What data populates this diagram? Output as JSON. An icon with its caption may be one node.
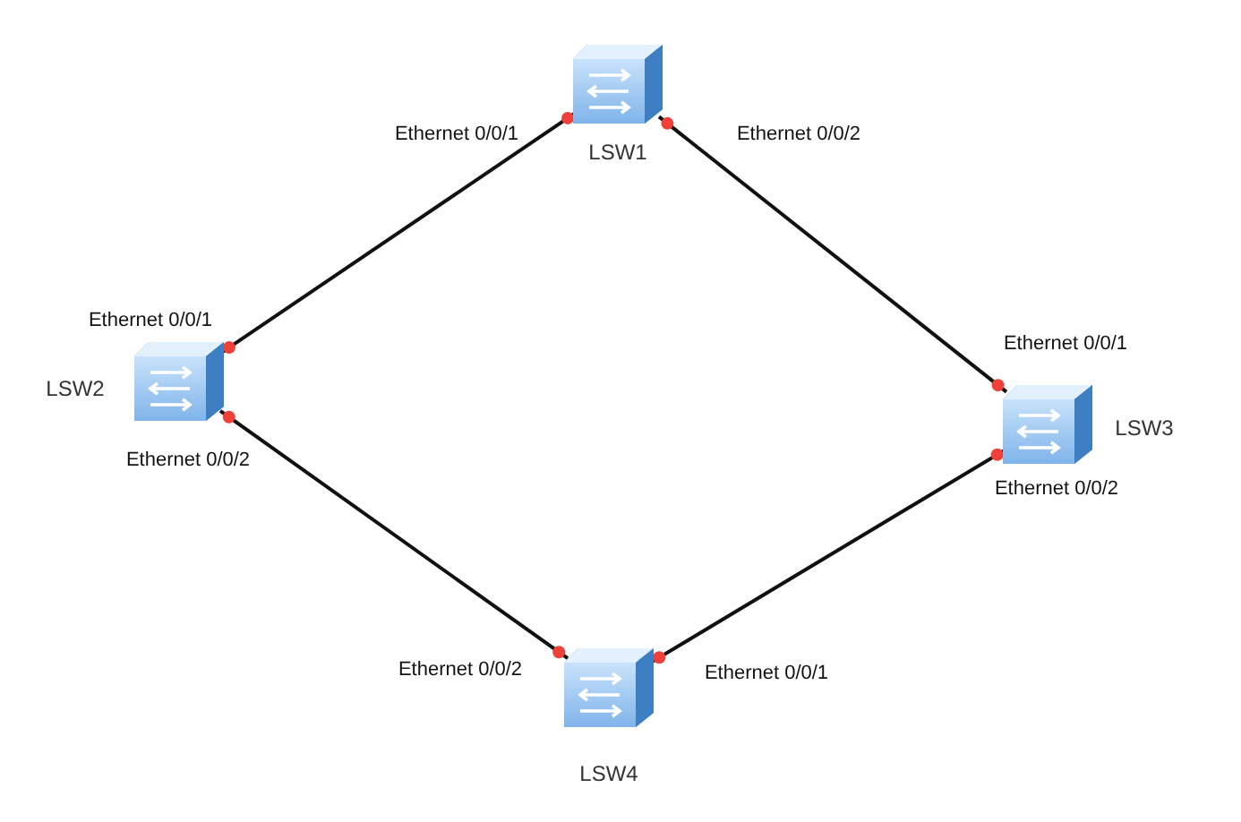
{
  "diagram": {
    "nodes": [
      {
        "text": [
          "LSW1"
        ]
      },
      {
        "text": [
          "LSW2"
        ]
      },
      {
        "text": [
          "LSW3"
        ]
      },
      {
        "text": [
          "LSW4"
        ]
      }
    ],
    "edges": [
      {
        "from": 0,
        "to": 1,
        "arrow": "none"
      },
      {
        "from": 0,
        "to": 2,
        "arrow": "none"
      },
      {
        "from": 1,
        "to": 3,
        "arrow": "none"
      },
      {
        "from": 2,
        "to": 3,
        "arrow": "none"
      }
    ],
    "labels": [
      "Ethernet 0/0/1",
      "Ethernet 0/0/2",
      "Ethernet 0/0/1",
      "Ethernet 0/0/1",
      "Ethernet 0/0/2",
      "Ethernet 0/0/2",
      "Ethernet 0/0/2",
      "Ethernet 0/0/1"
    ]
  }
}
